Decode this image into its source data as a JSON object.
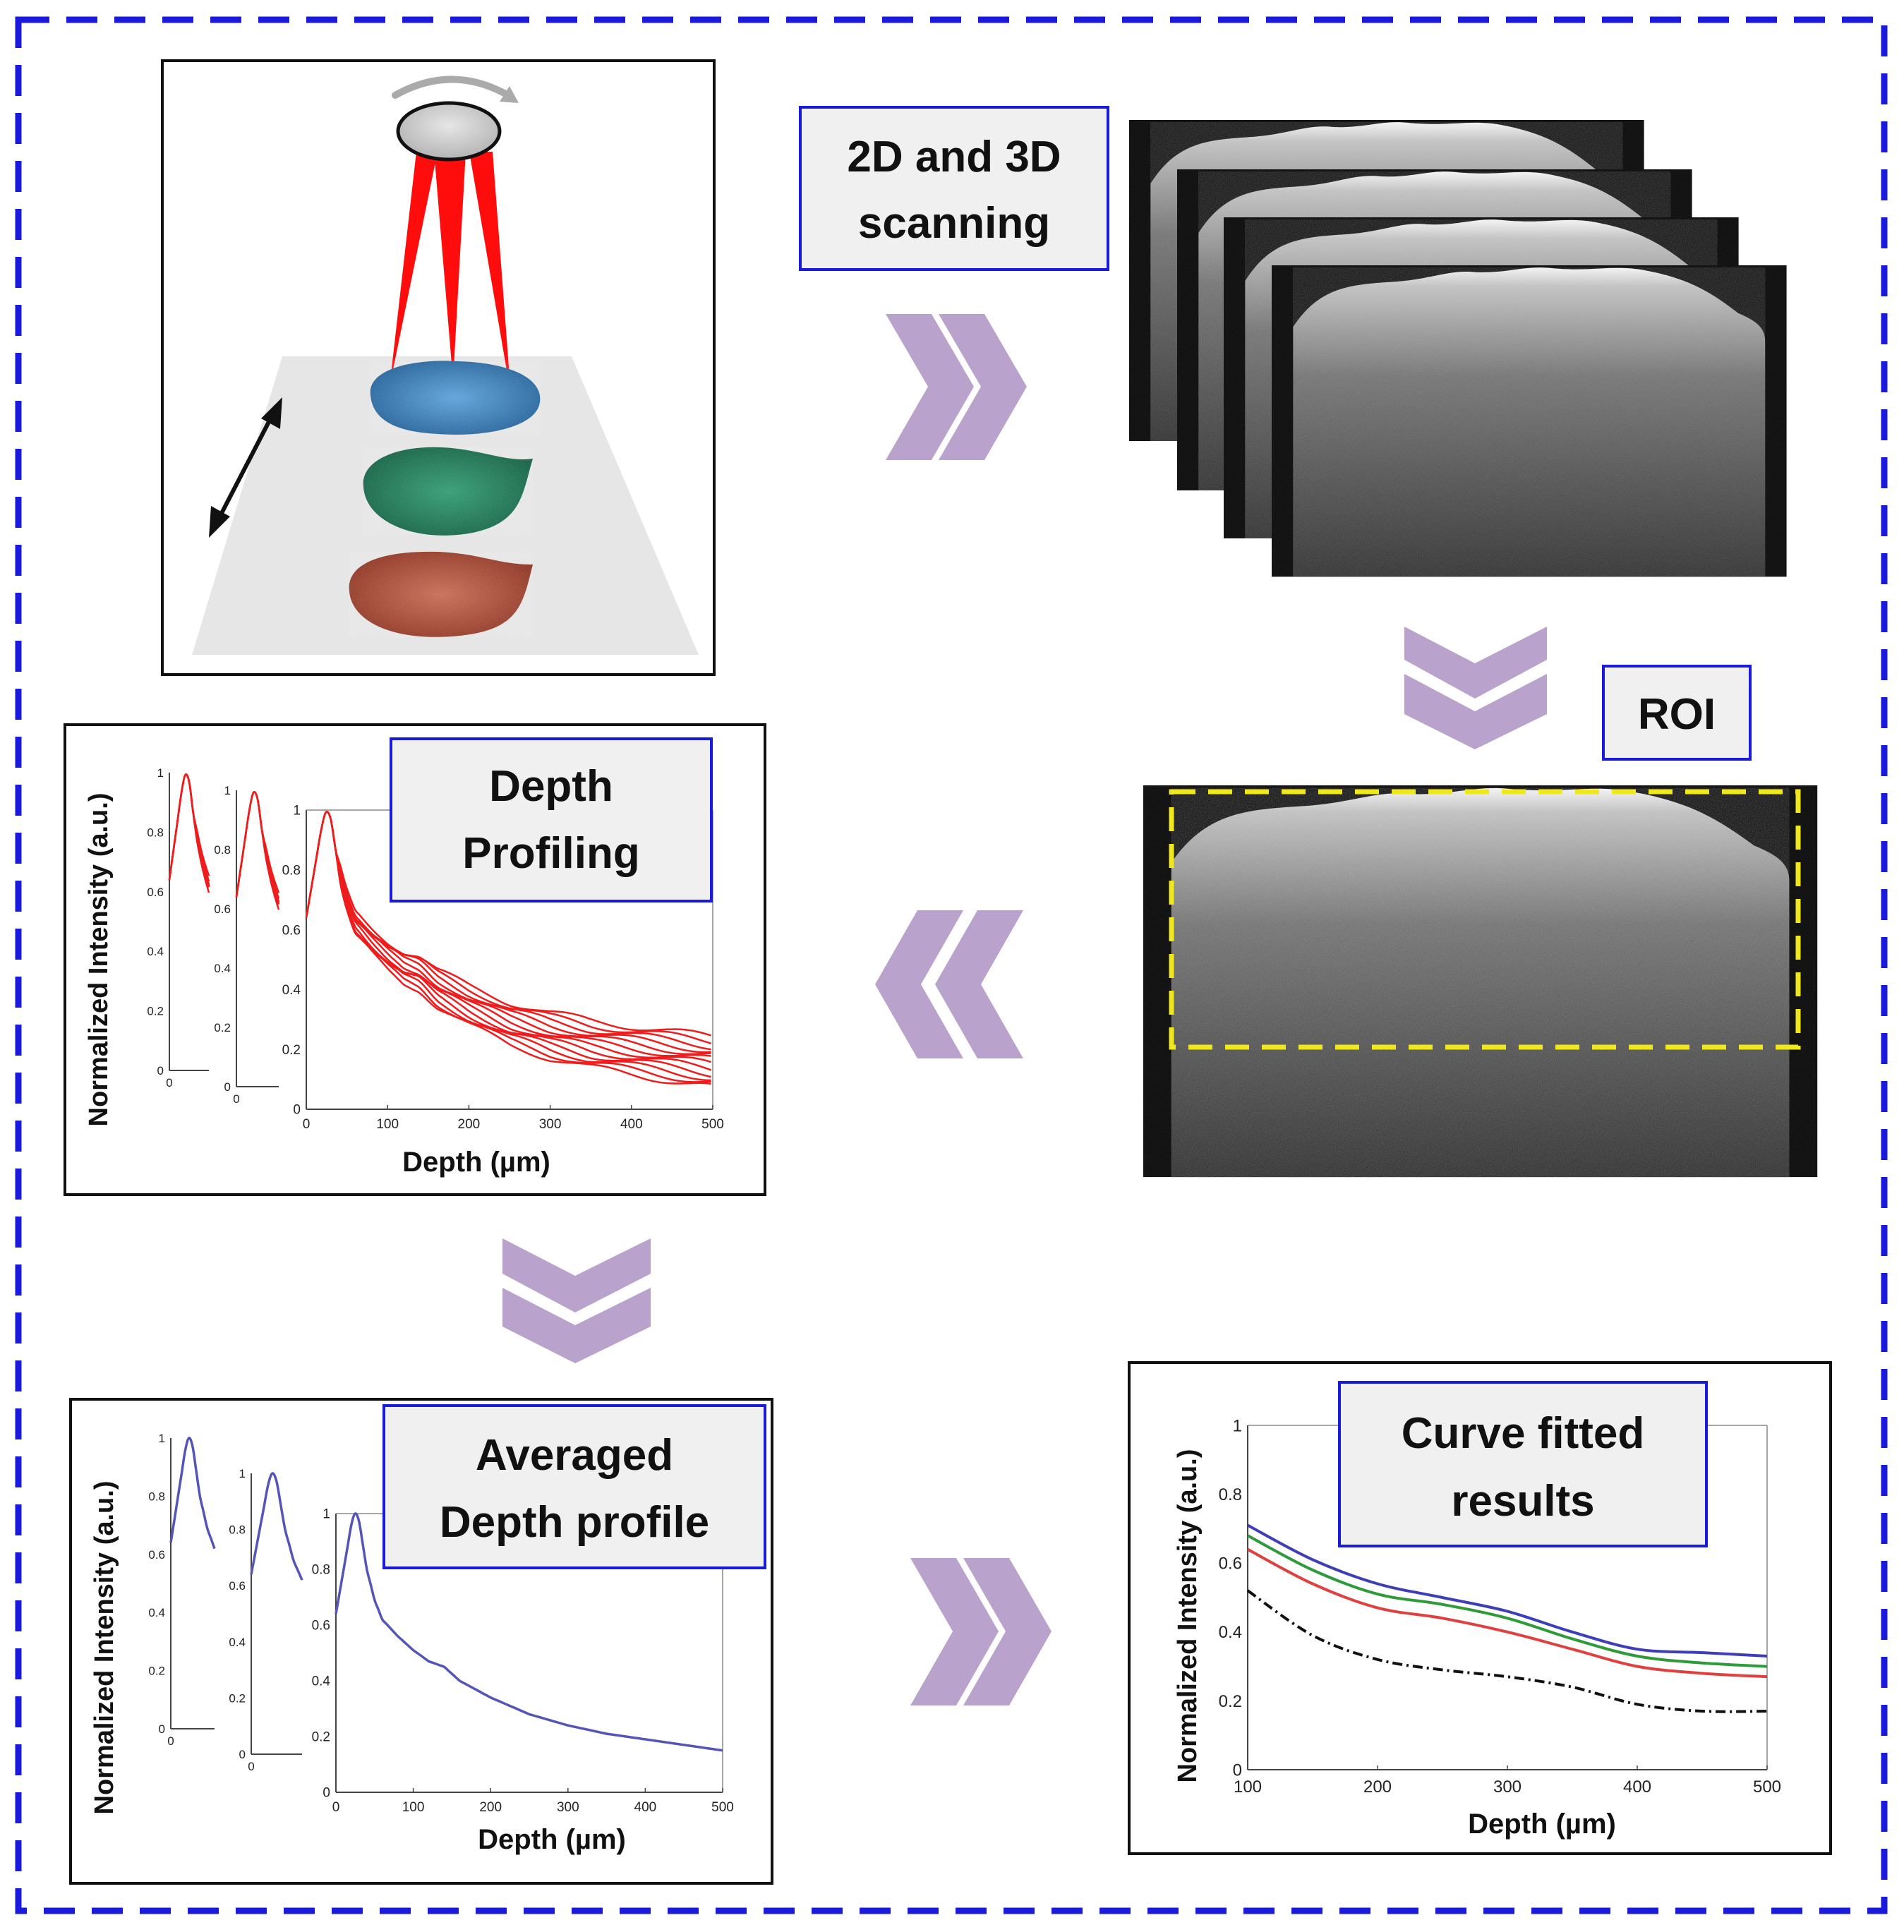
{
  "colors": {
    "frame_border": "#1a1adc",
    "label_box_border": "#1a1adc",
    "label_box_fill": "#f0f0f0",
    "arrow": "#b9a3cc",
    "roi_box": "#f0e81a",
    "beam": "#ff0d0d",
    "profile_red": "#ee1c1c",
    "profile_blue": "#5555b8",
    "fit_blue": "#3e3eb8",
    "fit_green": "#2e9a3a",
    "fit_red": "#e04040",
    "fit_black": "#111111"
  },
  "icons": [
    "scanning-lens-icon",
    "rotation-arrow-icon",
    "double-headed-arrow-icon",
    "chevron-arrow-icon"
  ],
  "labels": {
    "scanning": [
      "2D and 3D",
      "scanning"
    ],
    "roi": "ROI",
    "depth_profiling": [
      "Depth",
      "Profiling"
    ],
    "averaged": [
      "Averaged",
      "Depth profile"
    ],
    "curve_fitted": [
      "Curve fitted",
      "results"
    ]
  },
  "panels": {
    "depth_profiling": {
      "ylabel": "Normalized Intensity (a.u.)",
      "xlabel": "Depth (µm)",
      "small_yticks": [
        "1",
        "0.8",
        "0.6",
        "0.4",
        "0.2",
        "0"
      ],
      "small_xtick": "0",
      "yticks": [
        "1",
        "0.8",
        "0.6",
        "0.4",
        "0.2",
        "0"
      ],
      "xticks": [
        "0",
        "100",
        "200",
        "300",
        "400",
        "500"
      ]
    },
    "averaged": {
      "ylabel": "Normalized Intensity (a.u.)",
      "xlabel": "Depth (µm)",
      "small_yticks": [
        "1",
        "0.8",
        "0.6",
        "0.4",
        "0.2",
        "0"
      ],
      "small_xtick": "0",
      "yticks": [
        "1",
        "0.8",
        "0.6",
        "0.4",
        "0.2",
        "0"
      ],
      "xticks": [
        "0",
        "100",
        "200",
        "300",
        "400",
        "500"
      ]
    },
    "curve_fitted": {
      "ylabel": "Normalized Intensity (a.u.)",
      "xlabel": "Depth (µm)",
      "yticks": [
        "1",
        "0.8",
        "0.6",
        "0.4",
        "0.2",
        "0"
      ],
      "xticks": [
        "100",
        "200",
        "300",
        "400",
        "500"
      ]
    }
  },
  "chart_data": [
    {
      "type": "line",
      "panel": "averaged",
      "xlim": [
        0,
        500
      ],
      "ylim": [
        0,
        1
      ],
      "series": [
        {
          "x": [
            0,
            10,
            20,
            25,
            30,
            40,
            50,
            60,
            80,
            100,
            120,
            140,
            160,
            180,
            200,
            250,
            300,
            350,
            400,
            450,
            500
          ],
          "y": [
            0.64,
            0.8,
            0.96,
            1.0,
            0.97,
            0.8,
            0.69,
            0.62,
            0.56,
            0.51,
            0.47,
            0.45,
            0.4,
            0.37,
            0.34,
            0.28,
            0.24,
            0.21,
            0.19,
            0.17,
            0.15
          ]
        }
      ]
    },
    {
      "type": "line",
      "panel": "curve_fitted",
      "xlim": [
        100,
        500
      ],
      "ylim": [
        0,
        1
      ],
      "series": [
        {
          "x": [
            100,
            150,
            200,
            250,
            300,
            350,
            400,
            450,
            500
          ],
          "y": [
            0.71,
            0.61,
            0.54,
            0.5,
            0.46,
            0.4,
            0.35,
            0.34,
            0.33
          ]
        },
        {
          "x": [
            100,
            150,
            200,
            250,
            300,
            350,
            400,
            450,
            500
          ],
          "y": [
            0.68,
            0.58,
            0.51,
            0.48,
            0.44,
            0.38,
            0.33,
            0.31,
            0.3
          ]
        },
        {
          "x": [
            100,
            150,
            200,
            250,
            300,
            350,
            400,
            450,
            500
          ],
          "y": [
            0.64,
            0.54,
            0.47,
            0.44,
            0.4,
            0.35,
            0.3,
            0.28,
            0.27
          ]
        },
        {
          "x": [
            100,
            150,
            200,
            250,
            300,
            350,
            400,
            450,
            500
          ],
          "y": [
            0.52,
            0.39,
            0.32,
            0.29,
            0.27,
            0.24,
            0.19,
            0.17,
            0.17
          ],
          "dashed": true
        }
      ]
    }
  ]
}
